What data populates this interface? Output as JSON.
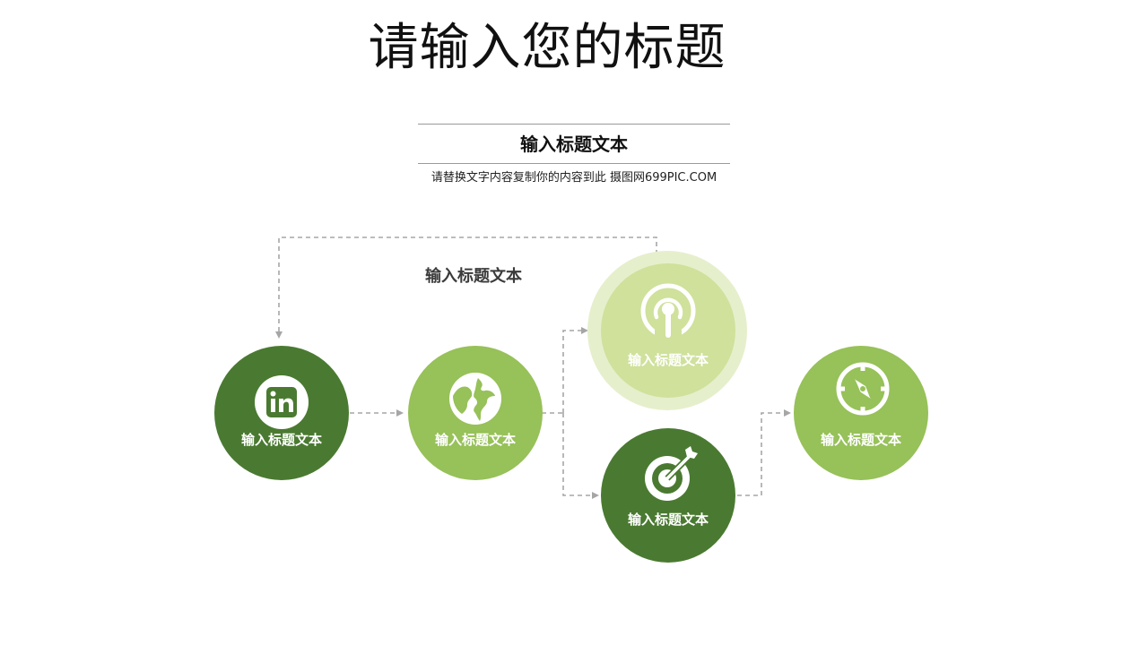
{
  "title": "请输入您的标题",
  "subtitle": "输入标题文本",
  "description": "请替换文字内容复制你的内容到此  摄图网699PIC.COM",
  "float_label": "输入标题文本",
  "colors": {
    "dark_green": "#4a7a31",
    "mid_green": "#97c159",
    "light_green": "#cfe19b",
    "halo_green": "#e6efcc",
    "connector": "#a6a6a6"
  },
  "nodes": [
    {
      "label": "输入标题文本",
      "icon": "linkedin-icon"
    },
    {
      "label": "输入标题文本",
      "icon": "globe-icon"
    },
    {
      "label": "输入标题文本",
      "icon": "broadcast-icon"
    },
    {
      "label": "输入标题文本",
      "icon": "target-icon"
    },
    {
      "label": "输入标题文本",
      "icon": "compass-icon"
    }
  ]
}
